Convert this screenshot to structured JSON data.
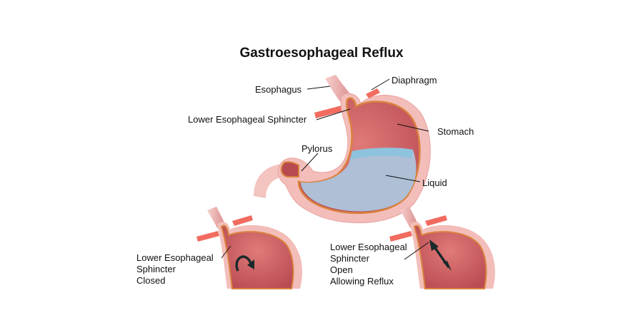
{
  "title": "Gastroesophageal Reflux",
  "main_diagram": {
    "labels": {
      "esophagus": "Esophagus",
      "diaphragm": "Diaphragm",
      "les": "Lower Esophageal Sphincter",
      "stomach": "Stomach",
      "pylorus": "Pylorus",
      "liquid": "Liquid"
    }
  },
  "inset_closed": {
    "lines": [
      "Lower Esophageal",
      "Sphincter",
      "Closed"
    ]
  },
  "inset_open": {
    "lines": [
      "Lower Esophageal",
      "Sphincter",
      "Open",
      "Allowing Reflux"
    ]
  },
  "colors": {
    "tissue_outer": "#f2b8b4",
    "tissue_inner": "#c9555a",
    "lining": "#d9823e",
    "liquid": "#aebfd6",
    "liquid_surface": "#8ec3de",
    "diaphragm": "#f26b5f",
    "text": "#111111"
  }
}
